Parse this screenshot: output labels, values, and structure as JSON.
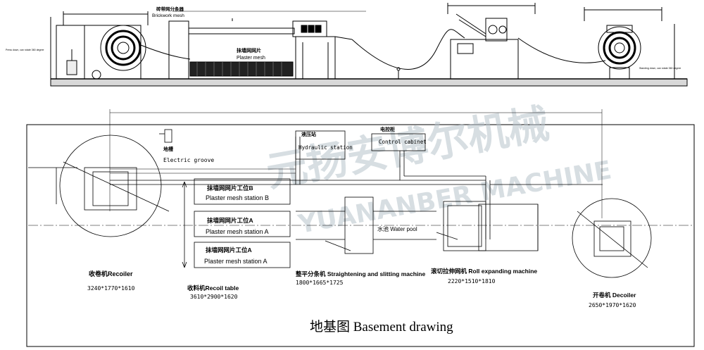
{
  "elevation": {
    "brickwork_mesh_cn": "砖带网分条器",
    "brickwork_mesh_en": "Brickwork mesh",
    "plaster_mesh_cn": "抹墙网网片",
    "plaster_mesh_en": "Plaster mesh",
    "recoil_note": "Press down, can rotate 360 degree",
    "decoil_note": "Standing down, can rotate 360 degree"
  },
  "plan": {
    "ground_groove_cn": "地槽",
    "electric_groove": "Electric groove",
    "hydraulic_cn": "液压站",
    "hydraulic_en": "Hydraulic station",
    "control_cn": "电控柜",
    "control_en": "Control cabinet",
    "station_b_cn": "抹墙网网片工位B",
    "station_b_en": "Plaster mesh station B",
    "station_a1_cn": "抹墙网网片工位A",
    "station_a1_en": "Plaster mesh station A",
    "station_a2_cn": "抹墙网网片工位A",
    "station_a2_en": "Plaster mesh station A",
    "water_pool": "水池 Water pool",
    "recoiler_name": "收卷机Recoiler",
    "recoiler_dim": "3240*1770*1610",
    "recoil_table_name": "收料机Recoil table",
    "recoil_table_dim": "3610*2900*1620",
    "straightening_name": "整平分条机 Straightening and slitting machine",
    "straightening_dim": "1800*1665*1725",
    "roll_expanding_name": "滚切拉伸网机 Roll expanding machine",
    "roll_expanding_dim": "2220*1510*1810",
    "decoiler_name": "开卷机 Decoiler",
    "decoiler_dim": "2650*1970*1620"
  },
  "title": "地基图  Basement drawing",
  "watermark": {
    "cn": "元扬安博尔机械",
    "en": "YUANANBER MACHINE"
  }
}
